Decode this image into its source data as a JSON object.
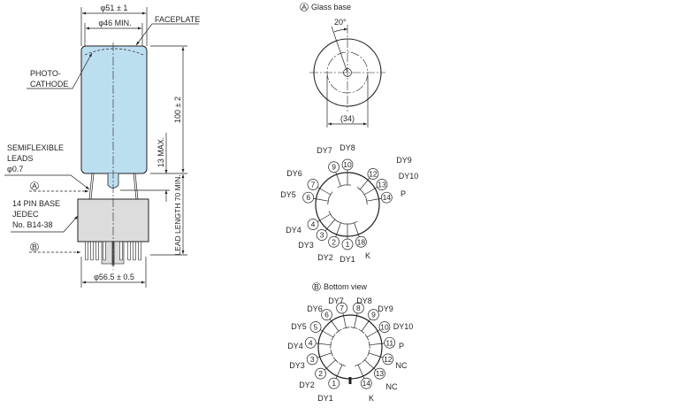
{
  "tube": {
    "dia_outer": "φ51 ± 1",
    "dia_min": "φ46 MIN.",
    "faceplate": "FACEPLATE",
    "photocathode_1": "PHOTO-",
    "photocathode_2": "CATHODE",
    "length": "100 ± 2",
    "max13": "13 MAX.",
    "lead_length": "LEAD LENGTH 70 MIN.",
    "leads_1": "SEMIFLEXIBLE",
    "leads_2": "LEADS",
    "leads_3": "φ0.7",
    "marker_a": "A",
    "marker_b": "B",
    "base_1": "14 PIN BASE",
    "base_2": "JEDEC",
    "base_3": "No. B14-38",
    "base_dia": "φ56.5 ± 0.5"
  },
  "glass_base": {
    "marker": "A",
    "title": "Glass base",
    "angle": "20°",
    "dim": "(34)"
  },
  "glass_pins": {
    "pins": [
      "9",
      "10",
      "12",
      "13",
      "14",
      "7",
      "6",
      "4",
      "3",
      "2",
      "1",
      "18"
    ],
    "labels": [
      "DY7",
      "DY8",
      "DY9",
      "DY10",
      "P",
      "DY6",
      "DY5",
      "DY4",
      "DY3",
      "DY2",
      "DY1",
      "K"
    ]
  },
  "bottom_view": {
    "marker": "B",
    "title": "Bottom view",
    "pins": [
      "1",
      "2",
      "3",
      "4",
      "5",
      "6",
      "7",
      "8",
      "9",
      "10",
      "11",
      "12",
      "13",
      "14"
    ],
    "labels": [
      "DY1",
      "DY2",
      "DY3",
      "DY4",
      "DY5",
      "DY6",
      "DY7",
      "DY8",
      "DY9",
      "DY10",
      "P",
      "NC",
      "NC",
      "K"
    ]
  },
  "colors": {
    "glass": "#bcdff0",
    "base": "#dcdcdc",
    "line": "#231f20"
  }
}
